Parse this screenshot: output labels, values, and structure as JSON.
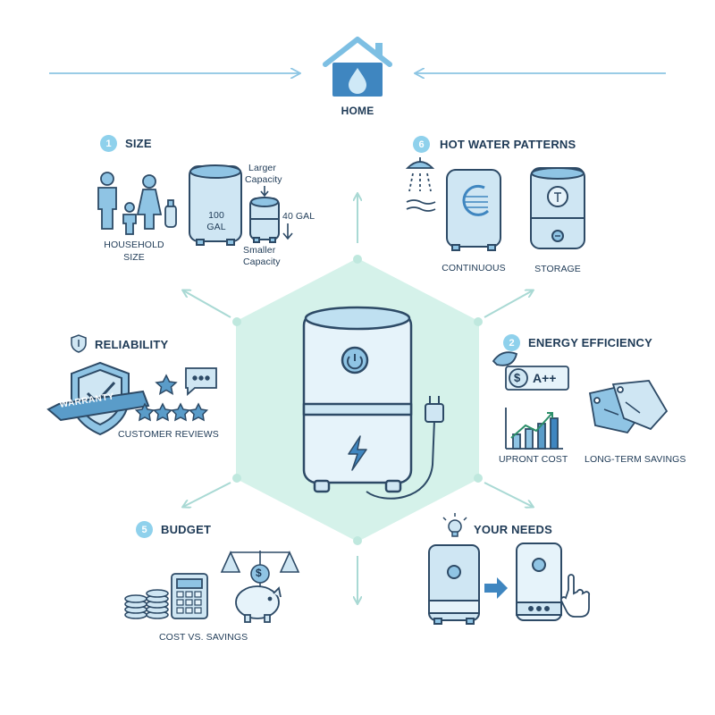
{
  "home": {
    "label": "HOME"
  },
  "sections": {
    "size": {
      "badge": "1",
      "title": "SIZE",
      "household_label": [
        "HOUSEHOLD",
        "SIZE"
      ],
      "tank_large_text": [
        "100",
        "GAL"
      ],
      "larger_capacity": [
        "Larger",
        "Capacity"
      ],
      "tank_small_text": "40 GAL",
      "smaller_capacity": [
        "Smaller",
        "Capacity"
      ]
    },
    "hot_water_patterns": {
      "badge": "6",
      "title": "HOT WATER PATTERNS",
      "continuous_label": "CONTINUOUS",
      "storage_label": "STORAGE"
    },
    "reliability": {
      "title": "RELIABILITY",
      "warranty_text": "WARRANTY",
      "reviews_label": "CUSTOMER REVIEWS"
    },
    "energy_efficiency": {
      "badge": "2",
      "title": "ENERGY EFFICIENCY",
      "rating_text": "A++",
      "upfront_label": "UPRONT COST",
      "savings_label": "LONG-TERM SAVINGS"
    },
    "budget": {
      "badge": "5",
      "title": "BUDGET",
      "cost_label": "COST VS. SAVINGS"
    },
    "your_needs": {
      "title": "YOUR NEEDS"
    }
  },
  "colors": {
    "outline": "#2d4a66",
    "blue_fill": "#cfe6f3",
    "blue_dark": "#4a90c4",
    "teal_hex": "#d3f1ea",
    "arrow": "#a9d9d4"
  }
}
